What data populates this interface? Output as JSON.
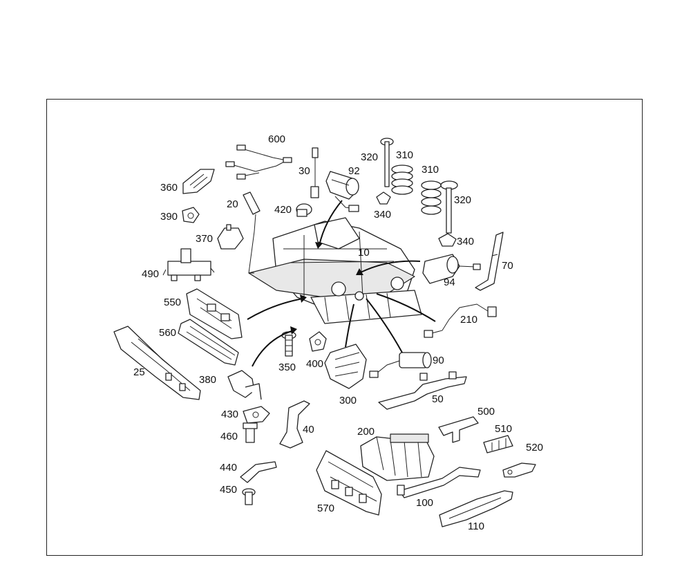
{
  "diagram": {
    "labels": {
      "l600": "600",
      "l30": "30",
      "l92": "92",
      "l320a": "320",
      "l310a": "310",
      "l310b": "310",
      "l320b": "320",
      "l340a": "340",
      "l340b": "340",
      "l360": "360",
      "l20": "20",
      "l420": "420",
      "l390": "390",
      "l370": "370",
      "l10": "10",
      "l490": "490",
      "l70": "70",
      "l94": "94",
      "l550": "550",
      "l210": "210",
      "l560": "560",
      "l25": "25",
      "l350": "350",
      "l400": "400",
      "l90": "90",
      "l380": "380",
      "l300": "300",
      "l50": "50",
      "l430": "430",
      "l500": "500",
      "l40": "40",
      "l200": "200",
      "l460": "460",
      "l510": "510",
      "l520": "520",
      "l440": "440",
      "l450": "450",
      "l100": "100",
      "l570": "570",
      "l110": "110"
    }
  }
}
